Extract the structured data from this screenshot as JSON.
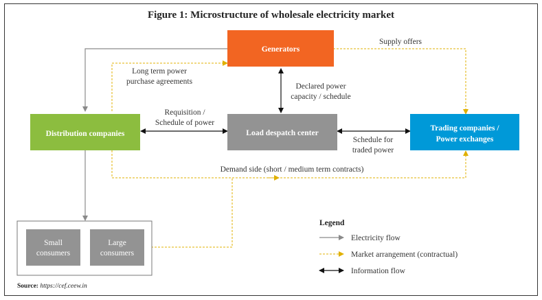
{
  "title": "Figure 1: Microstructure of wholesale electricity market",
  "colors": {
    "generators": "#f26522",
    "distribution": "#8cbd3f",
    "load_despatch": "#939393",
    "trading": "#0099d8",
    "consumers": "#939393",
    "electricity_flow": "#8a8a8a",
    "market_arrangement": "#e0b000",
    "information_flow": "#111111"
  },
  "nodes": {
    "generators": "Generators",
    "distribution": "Distribution companies",
    "load_despatch": "Load despatch center",
    "trading_line1": "Trading companies /",
    "trading_line2": "Power exchanges",
    "small_line1": "Small",
    "small_line2": "consumers",
    "large_line1": "Large",
    "large_line2": "consumers"
  },
  "edge_labels": {
    "supply_offers": "Supply offers",
    "long_term_line1": "Long term power",
    "long_term_line2": "purchase agreements",
    "declared_line1": "Declared power",
    "declared_line2": "capacity / schedule",
    "requisition_line1": "Requisition /",
    "requisition_line2": "Schedule of power",
    "schedule_line1": "Schedule for",
    "schedule_line2": "traded power",
    "demand_side": "Demand side (short / medium term contracts)"
  },
  "legend": {
    "title": "Legend",
    "items": [
      {
        "type": "electricity",
        "label": "Electricity flow"
      },
      {
        "type": "market",
        "label": "Market arrangement (contractual)"
      },
      {
        "type": "information",
        "label": "Information flow"
      }
    ]
  },
  "source": {
    "label": "Source:",
    "url": "https://cef.ceew.in"
  }
}
